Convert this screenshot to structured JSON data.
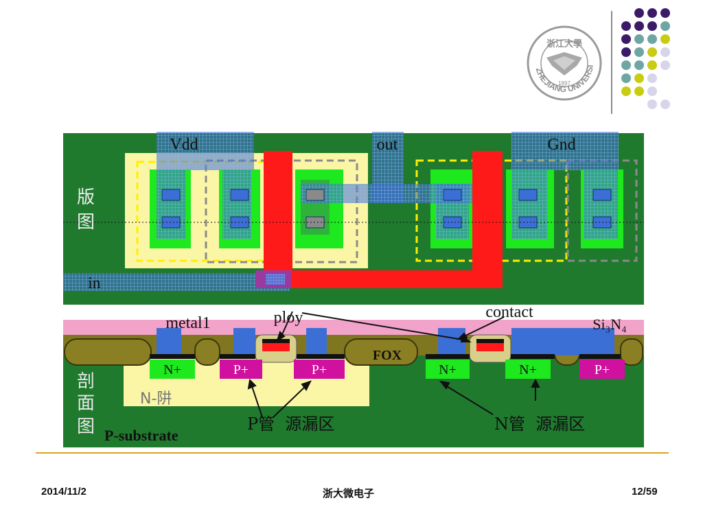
{
  "slide": {
    "university_logo": {
      "ring_text": "ZHEJIANG UNIVERSITY",
      "year": "1897",
      "chinese_name": "浙江大學"
    },
    "footer": {
      "date": "2014/11/2",
      "center": "浙大微电子",
      "page": "12/59"
    }
  },
  "diagram": {
    "layout_view": {
      "side_label_1": "版",
      "side_label_2": "图",
      "vdd_label": "Vdd",
      "out_label": "out",
      "gnd_label": "Gnd",
      "in_label": "in"
    },
    "cross_section": {
      "side_label_1": "剖",
      "side_label_2": "面",
      "side_label_3": "图",
      "metal_label": "metal1",
      "poly_label": "ploy",
      "contact_label": "contact",
      "nitride_label": "Si₃N₄",
      "fox_label": "FOX",
      "nwell_label": "N-阱",
      "substrate_label": "P-substrate",
      "pmos_sd_label": "P管  源漏区",
      "nmos_sd_label": "N管  源漏区",
      "diffusions": [
        "N+",
        "P+",
        "P+",
        "N+",
        "N+",
        "P+"
      ]
    }
  },
  "colors": {
    "substrate_green": "#1f7a2e",
    "active_green": "#1ee81e",
    "poly_red": "#ff1a1a",
    "metal_blue": "#3c6fd6",
    "nwell_yellow": "#fbf6a6",
    "nitride_pink": "#f2a3c9",
    "oxide_olive": "#807620",
    "pplus_magenta": "#d0109e",
    "accent_gold": "#d9a520"
  }
}
